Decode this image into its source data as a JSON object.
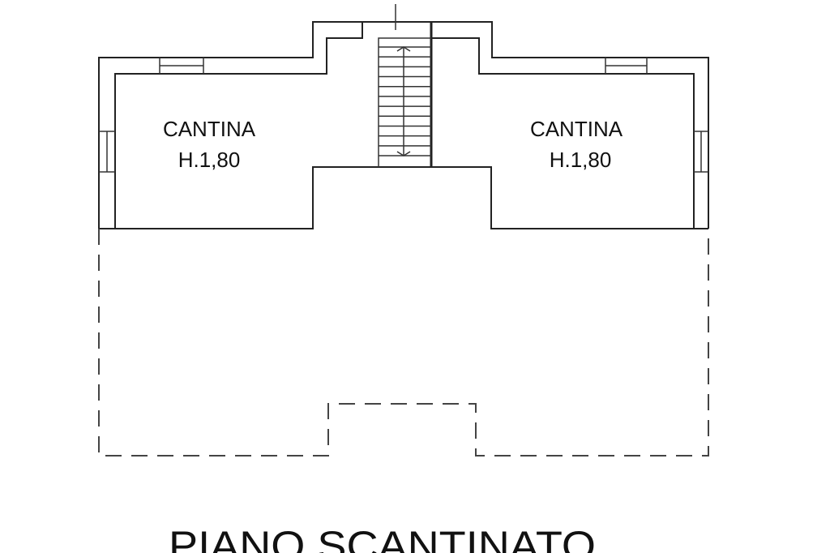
{
  "plan": {
    "rooms": [
      {
        "name": "CANTINA",
        "height": "H.1,80"
      },
      {
        "name": "CANTINA",
        "height": "H.1,80"
      }
    ],
    "title": "PIANO SCANTINATO"
  }
}
